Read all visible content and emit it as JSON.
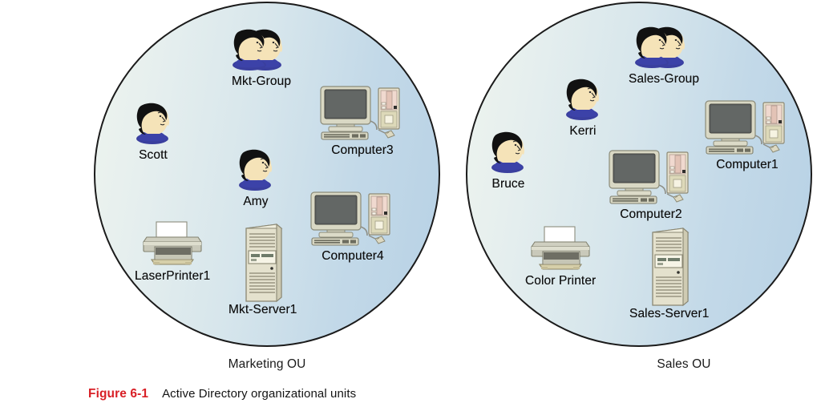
{
  "figure": {
    "number": "Figure 6-1",
    "title": "Active Directory organizational units",
    "number_color": "#d81f26"
  },
  "diagram": {
    "type": "organizational-units",
    "circle_fill_start": "#eef4ef",
    "circle_fill_end": "#b7d1e5",
    "circle_stroke": "#1b1b1b",
    "containers": [
      {
        "id": "marketing",
        "caption": "Marketing OU",
        "objects": [
          {
            "name": "Mkt-Group",
            "icon": "group-icon",
            "type": "group"
          },
          {
            "name": "Scott",
            "icon": "user-icon",
            "type": "user"
          },
          {
            "name": "Amy",
            "icon": "user-icon",
            "type": "user"
          },
          {
            "name": "Computer3",
            "icon": "computer-icon",
            "type": "computer"
          },
          {
            "name": "Computer4",
            "icon": "computer-icon",
            "type": "computer"
          },
          {
            "name": "LaserPrinter1",
            "icon": "printer-icon",
            "type": "printer"
          },
          {
            "name": "Mkt-Server1",
            "icon": "server-icon",
            "type": "server"
          }
        ]
      },
      {
        "id": "sales",
        "caption": "Sales OU",
        "objects": [
          {
            "name": "Sales-Group",
            "icon": "group-icon",
            "type": "group"
          },
          {
            "name": "Kerri",
            "icon": "user-icon",
            "type": "user"
          },
          {
            "name": "Bruce",
            "icon": "user-icon",
            "type": "user"
          },
          {
            "name": "Computer1",
            "icon": "computer-icon",
            "type": "computer"
          },
          {
            "name": "Computer2",
            "icon": "computer-icon",
            "type": "computer"
          },
          {
            "name": "Color Printer",
            "icon": "printer-icon",
            "type": "printer"
          },
          {
            "name": "Sales-Server1",
            "icon": "server-icon",
            "type": "server"
          }
        ]
      }
    ]
  }
}
